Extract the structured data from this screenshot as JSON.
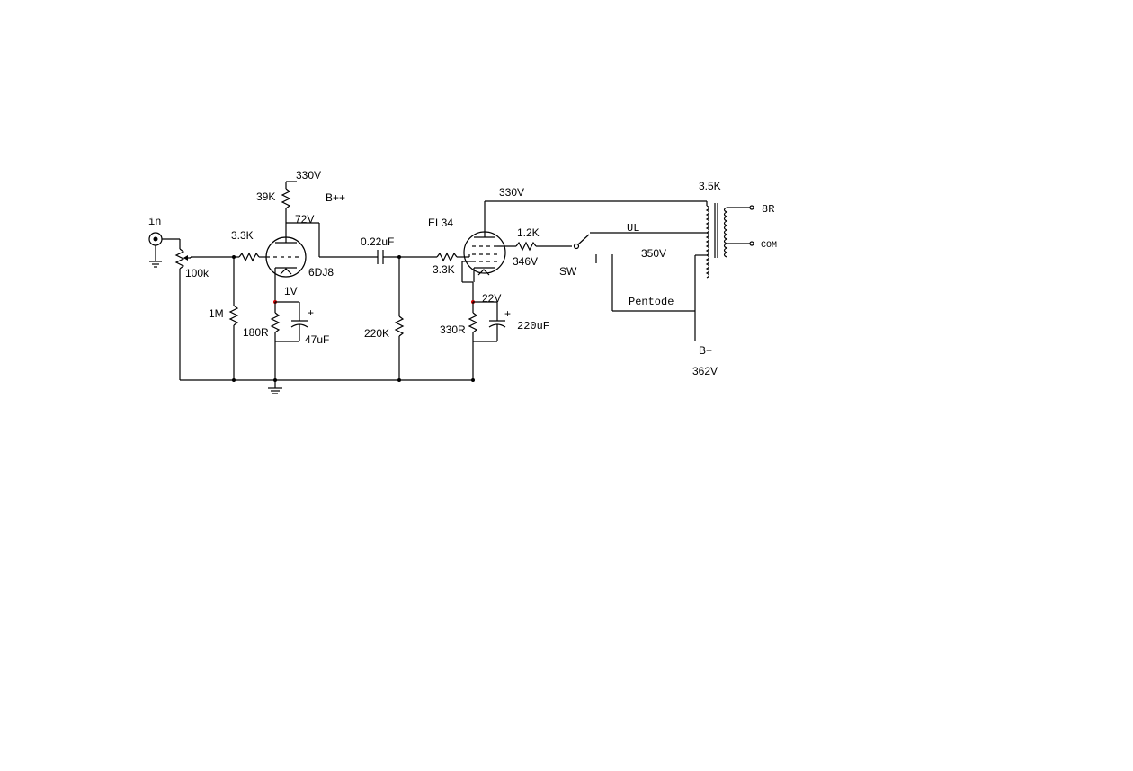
{
  "diagram": {
    "input": {
      "label": "in",
      "pot": "100k",
      "grid_leak": "1M"
    },
    "stage1": {
      "grid_stopper": "3.3K",
      "plate_load": "39K",
      "supply_voltage": "330V",
      "supply_label": "B++",
      "plate_voltage": "72V",
      "tube": "6DJ8",
      "cathode_voltage": "1V",
      "cathode_resistor": "180R",
      "cathode_cap": "47uF",
      "cap_polarity": "+"
    },
    "coupling": {
      "cap": "0.22uF",
      "grid_resistor": "220K"
    },
    "stage2": {
      "tube": "EL34",
      "grid_stopper": "3.3K",
      "screen_resistor": "1.2K",
      "screen_voltage": "346V",
      "plate_voltage": "330V",
      "cathode_voltage": "22V",
      "cathode_resistor": "330R",
      "cathode_cap": "220uF",
      "cap_polarity": "+"
    },
    "switch": {
      "label": "SW",
      "ul_label": "UL",
      "pentode_label": "Pentode"
    },
    "transformer": {
      "primary": "3.5K",
      "tap_voltage": "350V",
      "out_8r": "8R",
      "out_com": "COM"
    },
    "supply": {
      "label": "B+",
      "voltage": "362V"
    }
  }
}
